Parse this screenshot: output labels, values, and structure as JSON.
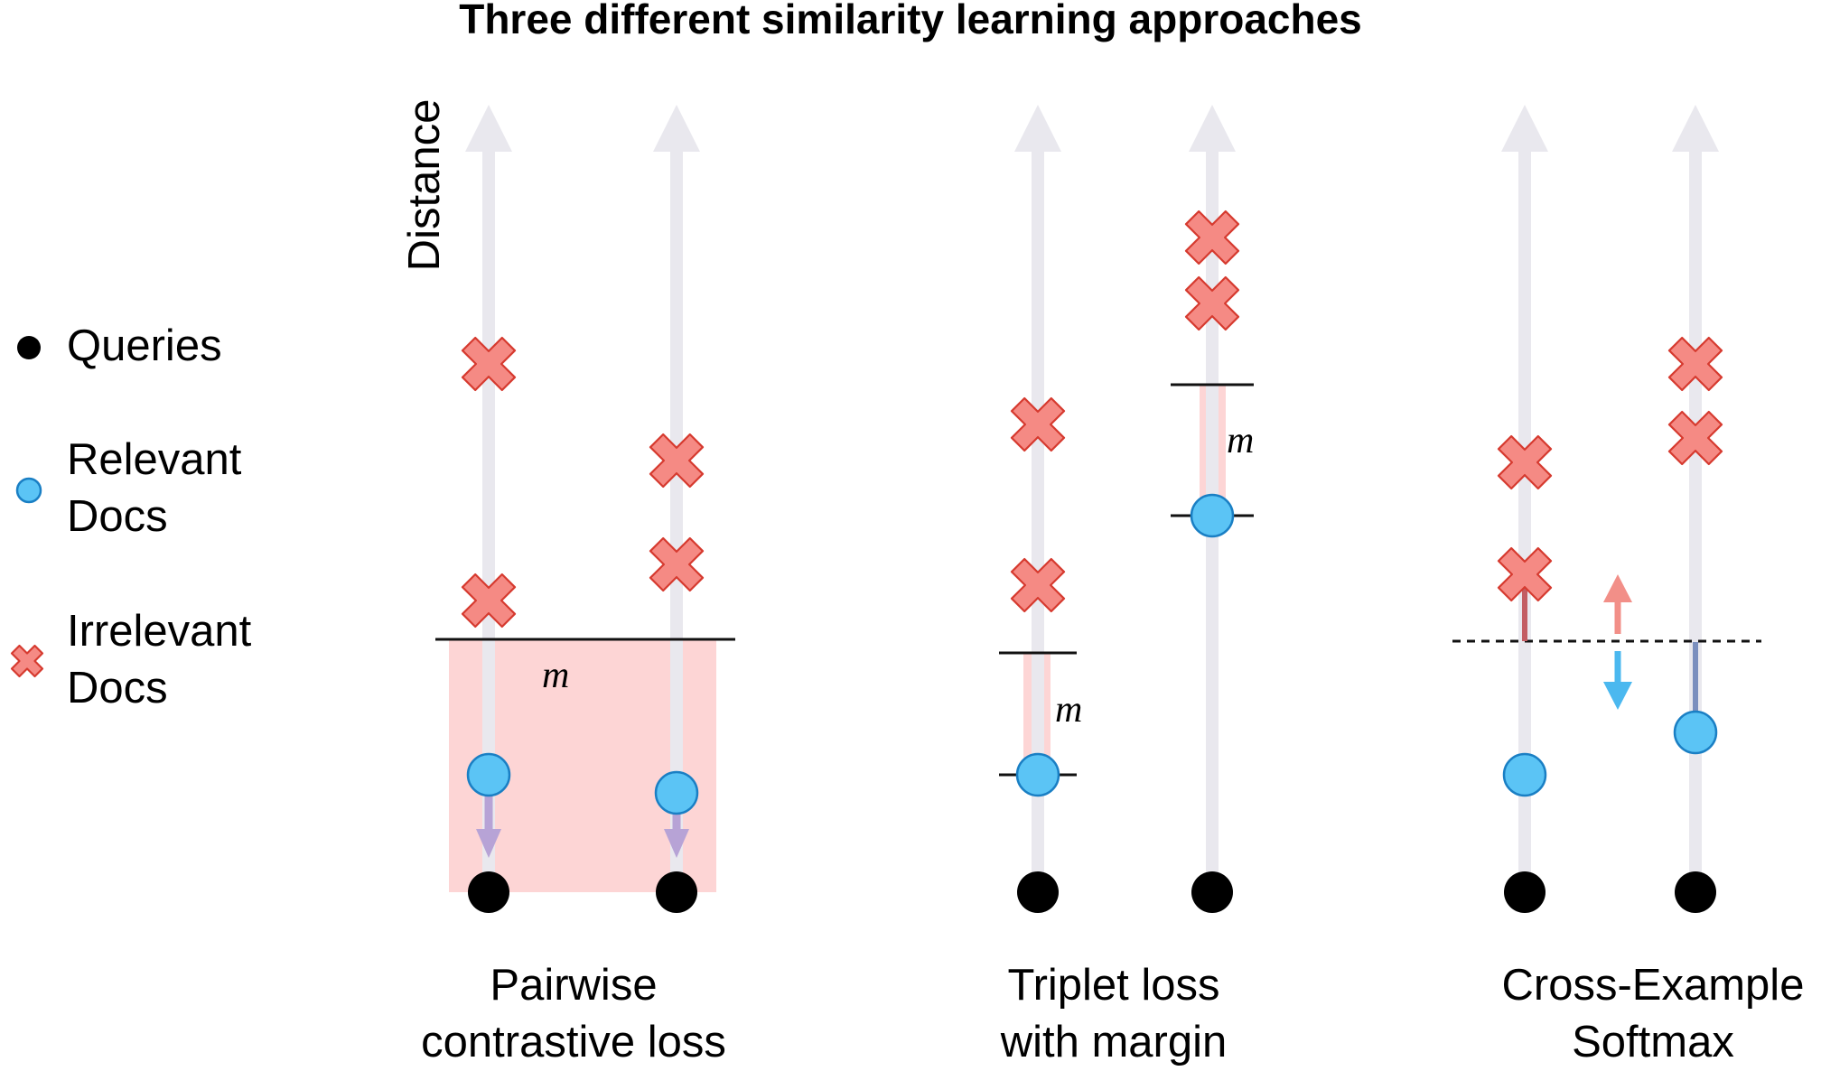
{
  "title": "Three different similarity learning approaches",
  "axis_label": "Distance",
  "legend": {
    "queries": "Queries",
    "relevant_line1": "Relevant",
    "relevant_line2": "Docs",
    "irrelevant_line1": "Irrelevant",
    "irrelevant_line2": "Docs"
  },
  "margin_symbol": "m",
  "panels": {
    "pairwise": {
      "line1": "Pairwise",
      "line2": "contrastive loss"
    },
    "triplet": {
      "line1": "Triplet loss",
      "line2": "with margin"
    },
    "softmax": {
      "line1": "Cross-Example",
      "line2": "Softmax"
    }
  },
  "colors": {
    "axis": "#e9e8ee",
    "query": "#000000",
    "relevant_fill": "#5bc4f5",
    "relevant_stroke": "#1a7fc4",
    "irrelevant_fill": "#f58a84",
    "irrelevant_stroke": "#d63a2f",
    "margin_band": "#fdd5d5",
    "pull_arrow": "#b7a3d6",
    "push_up_arrow": "#f28f88",
    "push_down_arrow": "#4bb8ef"
  }
}
